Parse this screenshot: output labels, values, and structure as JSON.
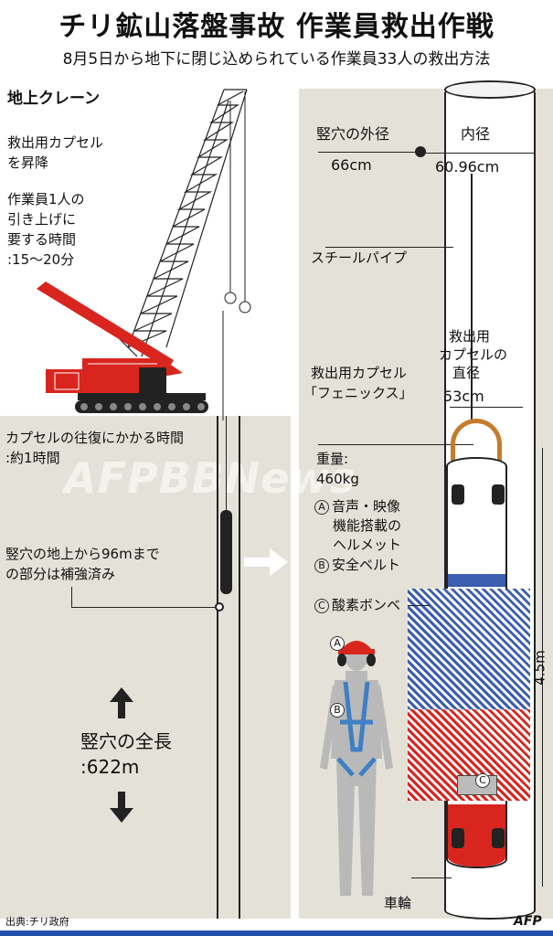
{
  "title": "チリ鉱山落盤事故 作業員救出作戦",
  "subtitle": "8月5日から地下に閉じ込められている作業員33人の救出方法",
  "crane": {
    "heading": "地上クレーン",
    "capsule_raise": [
      "救出用カプセル",
      "を昇降"
    ],
    "lift_time": [
      "作業員1人の",
      "引き上げに",
      "要する時間",
      ":15～20分"
    ]
  },
  "shaft": {
    "round_trip": [
      "カプセルの往復にかかる時間",
      ":約1時間"
    ],
    "reinforced": [
      "竪穴の地上から96mまで",
      "の部分は補強済み"
    ],
    "total_length": [
      "竪穴の全長",
      ":622m"
    ]
  },
  "pipe": {
    "outer_label": "竪穴の外径",
    "outer_value": "66cm",
    "inner_label": "内径",
    "inner_value": "60.96cm",
    "steel_pipe": "スチールパイプ"
  },
  "capsule": {
    "name": [
      "救出用カプセル",
      "「フェニックス」"
    ],
    "diameter": [
      "救出用",
      "カプセルの",
      "直径",
      "53cm"
    ],
    "weight": [
      "重量:",
      "460kg"
    ],
    "height": "4.5m",
    "wheel": "車輪"
  },
  "equipment": {
    "a_marker": "A",
    "a_label": [
      "音声・映像",
      "機能搭載の",
      "ヘルメット"
    ],
    "b_marker": "B",
    "b_label": "安全ベルト",
    "c_marker": "C",
    "c_label": "酸素ボンベ"
  },
  "source": "出典:チリ政府",
  "logo": "AFP",
  "watermark": "AFPBBNews",
  "colors": {
    "crane_red": "#d8261f",
    "panel": "#e4e2d8",
    "harness_blue": "#3f7fc4",
    "cage_blue": "#3b5eb0",
    "cage_red": "#d8261f"
  }
}
